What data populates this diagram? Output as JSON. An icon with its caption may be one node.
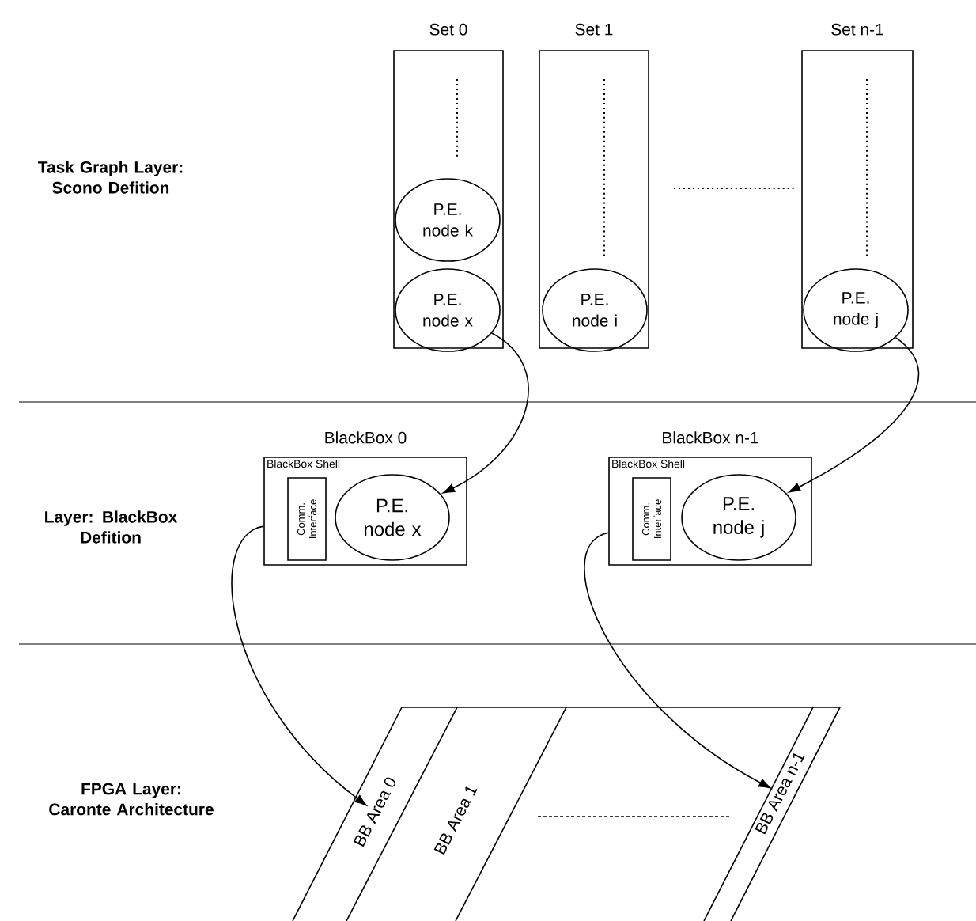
{
  "diagram": {
    "nodes": [
      {
        "text": [
          "Set 0"
        ]
      },
      {
        "text": [
          "P.E. node k"
        ],
        "in": 0
      },
      {
        "text": [
          "P.E. node x"
        ],
        "in": 0
      },
      {
        "text": [
          "Set 1"
        ]
      },
      {
        "text": [
          "P.E. node i"
        ],
        "in": 3
      },
      {
        "text": [
          "Set n-1"
        ]
      },
      {
        "text": [
          "P.E. node j"
        ],
        "in": 5
      },
      {
        "text": [
          "BlackBox 0",
          "BlackBox Shell"
        ]
      },
      {
        "text": [
          "Comm. Interface"
        ],
        "in": 7
      },
      {
        "text": [
          "P.E. node x"
        ],
        "in": 7
      },
      {
        "text": [
          "BlackBox n-1",
          "BlackBox Shell"
        ]
      },
      {
        "text": [
          "Comm. Interface"
        ],
        "in": 10
      },
      {
        "text": [
          "P.E. node j"
        ],
        "in": 10
      },
      {
        "text": [
          "BB Area 0"
        ]
      },
      {
        "text": [
          "BB Area 1"
        ]
      },
      {
        "text": [
          "BB Area n-1"
        ]
      }
    ],
    "edges": [
      {
        "from": 2,
        "to": 9,
        "arrow": "to"
      },
      {
        "from": 6,
        "to": 12,
        "arrow": "to"
      },
      {
        "from": 7,
        "to": 13,
        "arrow": "to"
      },
      {
        "from": 10,
        "to": 15,
        "arrow": "to"
      }
    ],
    "labels": [
      "Task Graph Layer: Scono Defition",
      "Layer: BlackBox Defition",
      "FPGA Layer: Caronte Architecture"
    ]
  }
}
